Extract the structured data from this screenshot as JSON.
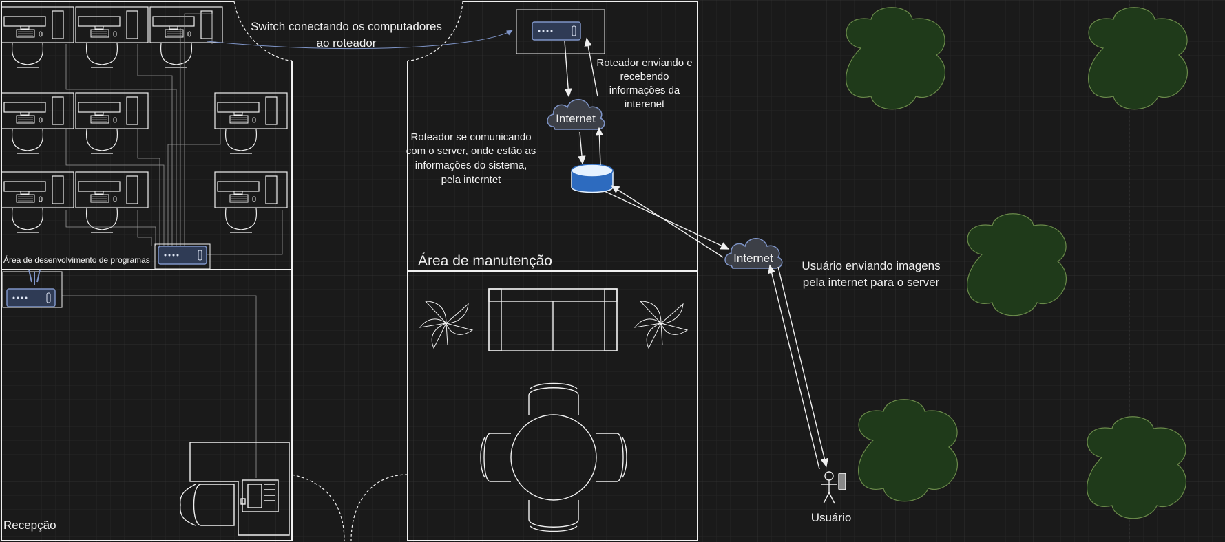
{
  "labels": {
    "switch_line1": "Switch conectando os computadores",
    "switch_line2": "ao roteador",
    "router_send_1": "Roteador enviando e",
    "router_send_2": "recebendo",
    "router_send_3": "informações da",
    "router_send_4": "interenet",
    "router_server_1": "Roteador se comunicando",
    "router_server_2": "com o server, onde estão as",
    "router_server_3": "informações do sistema,",
    "router_server_4": "pela interntet",
    "user_send_1": "Usuário enviando imagens",
    "user_send_2": "pela internet para o server",
    "dev_area": "Área de desenvolvimento de programas",
    "maintenance_area": "Área de manutenção",
    "reception": "Recepção",
    "user": "Usuário"
  },
  "clouds": {
    "top": "Internet",
    "right": "Internet"
  },
  "colors": {
    "background": "#1a1a1a",
    "grid": "#2a2a2a",
    "wall": "#f0f0f0",
    "device_fill": "#2f3b55",
    "device_stroke": "#7f95c8",
    "cloud_fill": "#3c3f47",
    "database_top": "#e6f2ff",
    "database_body": "#2d6bbf",
    "tree_fill": "#1f3a1a",
    "tree_stroke": "#6a8a4a"
  }
}
